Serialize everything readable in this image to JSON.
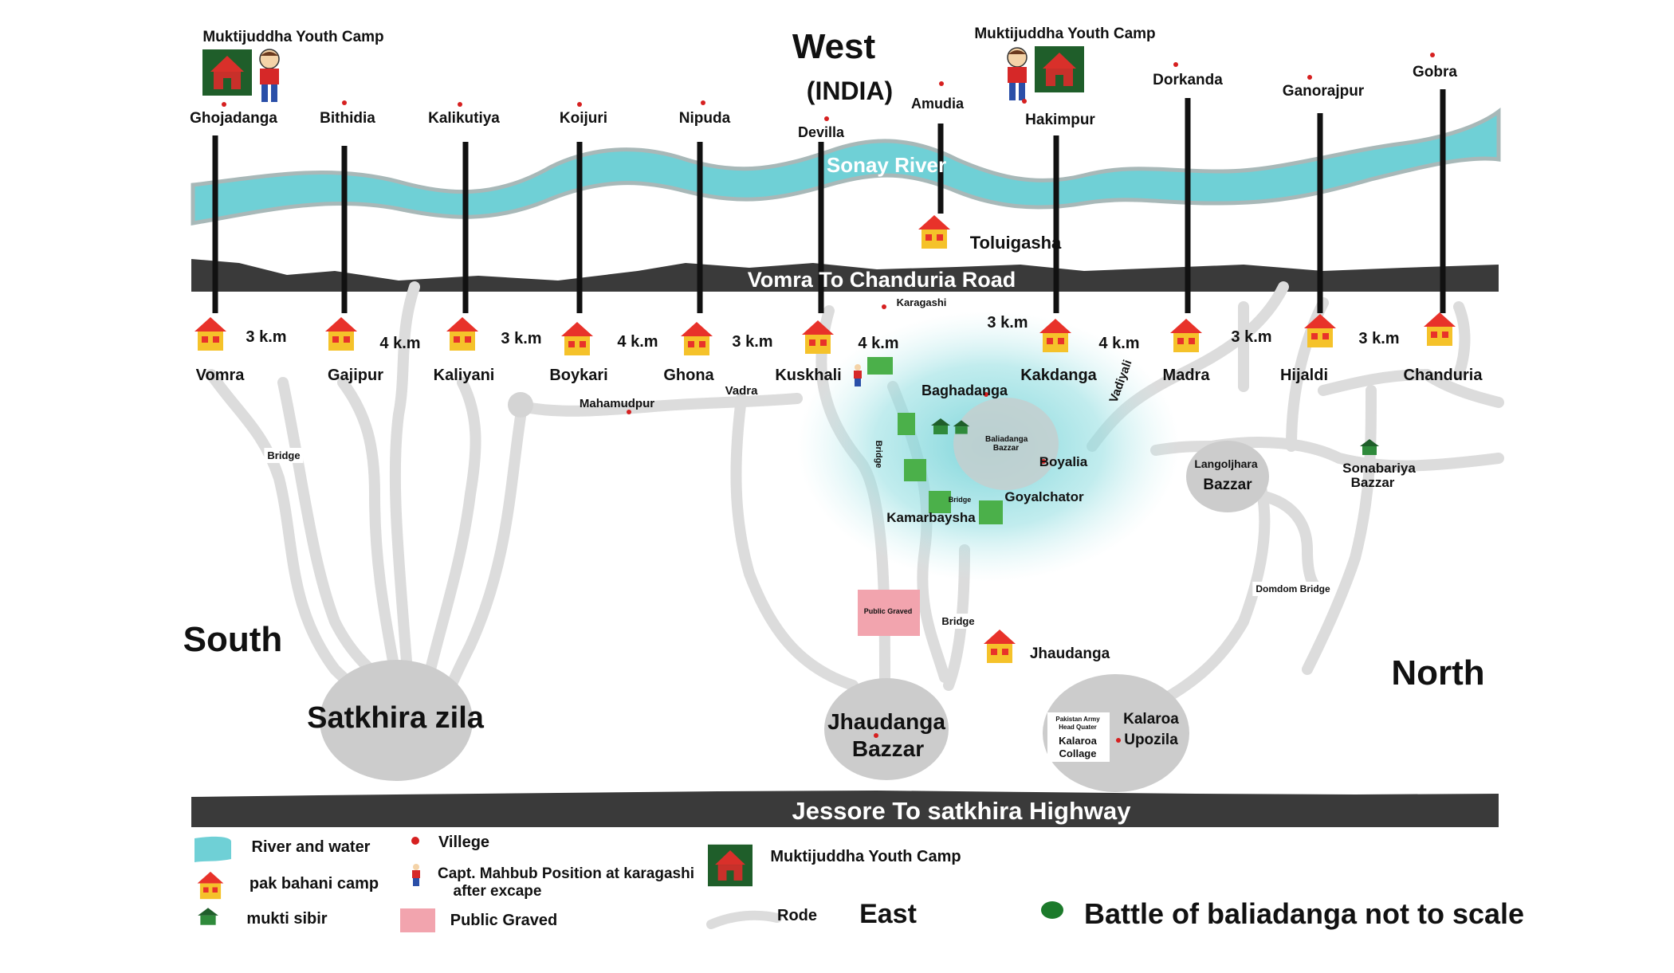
{
  "compass": {
    "west": "West",
    "india": "(INDIA)",
    "south": "South",
    "north": "North",
    "east": "East"
  },
  "youth_camp_labels": [
    "Muktijuddha Youth Camp",
    "Muktijuddha Youth Camp"
  ],
  "river": "Sonay River",
  "road_top": "Vomra To Chanduria Road",
  "highway": "Jessore To satkhira Highway",
  "west_villages": [
    "Ghojadanga",
    "Bithidia",
    "Kalikutiya",
    "Koijuri",
    "Nipuda",
    "Devilla",
    "Amudia",
    "Hakimpur",
    "Dorkanda",
    "Ganorajpur",
    "Gobra"
  ],
  "camps": [
    "Vomra",
    "Gajipur",
    "Kaliyani",
    "Boykari",
    "Ghona",
    "Kuskhali",
    "Kakdanga",
    "Madra",
    "Hijaldi",
    "Chanduria"
  ],
  "distances": [
    "3 k.m",
    "4 k.m",
    "3 k.m",
    "4 k.m",
    "3 k.m",
    "4 k.m",
    "3 k.m",
    "4 k.m",
    "3 k.m",
    "3 k.m"
  ],
  "places": {
    "toluigasha": "Toluigasha",
    "karagashi": "Karagashi",
    "baghadanga": "Baghadanga",
    "baliadanga_bazzar": "Baliadanga Bazzar",
    "boyalia": "Boyalia",
    "goyalchator": "Goyalchator",
    "kamarbaysha": "Kamarbaysha",
    "mahamudpur": "Mahamudpur",
    "vadra": "Vadra",
    "vadiyali": "Vadiyali",
    "langoljhara": "Langoljhara",
    "bazzar": "Bazzar",
    "sonabariya": "Sonabariya",
    "sonabariya_bazzar": "Bazzar",
    "bridge_left": "Bridge",
    "bridge_vertical": "Bridge",
    "bridge_small": "Bridge",
    "bridge_lower": "Bridge",
    "domdom_bridge": "Domdom Bridge",
    "public_graved_box": "Public Graved",
    "jhaudanga": "Jhaudanga",
    "satkhira_zila": "Satkhira zila",
    "jhaudanga_bazzar_1": "Jhaudanga",
    "jhaudanga_bazzar_2": "Bazzar",
    "kalaroa_1": "Kalaroa",
    "kalaroa_2": "Upozila",
    "pak_army_1": "Pakistan Army",
    "pak_army_2": "Head Quater",
    "kalaroa_collage_1": "Kalaroa",
    "kalaroa_collage_2": "Collage"
  },
  "legend": {
    "river": "River and water",
    "village": "Villege",
    "camp": "pak bahani camp",
    "mahbub_1": "Capt. Mahbub Position at karagashi",
    "mahbub_2": "after excape",
    "youth_camp": "Muktijuddha Youth Camp",
    "sibir": "mukti sibir",
    "graved": "Public Graved",
    "road": "Rode",
    "battle": "Battle of baliadanga not to scale"
  },
  "colors": {
    "river": "#6fd0d6",
    "road": "#3a3a3a",
    "camp": "#e8322a",
    "camp_house": "#f5c22a",
    "youth_camp": "#1f5e2a",
    "grave": "#f2a4ae",
    "circle": "#cccccc"
  }
}
